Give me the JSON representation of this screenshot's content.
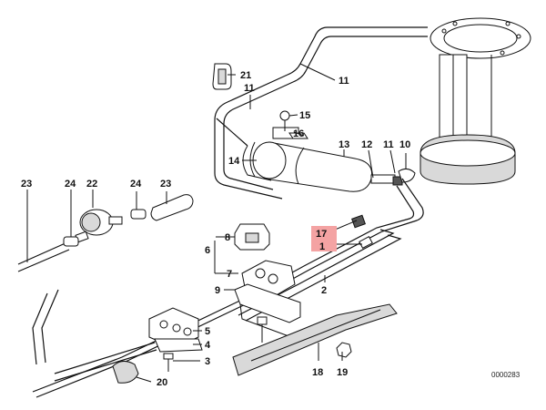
{
  "diagram": {
    "highlight_color": "#f4a3a3",
    "callouts": [
      {
        "id": "c1",
        "text": "1",
        "highlighted": true
      },
      {
        "id": "c2",
        "text": "2"
      },
      {
        "id": "c3",
        "text": "3"
      },
      {
        "id": "c4",
        "text": "4"
      },
      {
        "id": "c5",
        "text": "5"
      },
      {
        "id": "c6",
        "text": "6"
      },
      {
        "id": "c7",
        "text": "7"
      },
      {
        "id": "c8",
        "text": "8"
      },
      {
        "id": "c9",
        "text": "9"
      },
      {
        "id": "c10",
        "text": "10"
      },
      {
        "id": "c11a",
        "text": "11"
      },
      {
        "id": "c11b",
        "text": "11"
      },
      {
        "id": "c11c",
        "text": "11"
      },
      {
        "id": "c12",
        "text": "12"
      },
      {
        "id": "c13",
        "text": "13"
      },
      {
        "id": "c14",
        "text": "14"
      },
      {
        "id": "c15",
        "text": "15"
      },
      {
        "id": "c16",
        "text": "16"
      },
      {
        "id": "c17",
        "text": "17",
        "highlighted": true
      },
      {
        "id": "c18",
        "text": "18"
      },
      {
        "id": "c19",
        "text": "19"
      },
      {
        "id": "c20",
        "text": "20"
      },
      {
        "id": "c21",
        "text": "21"
      },
      {
        "id": "c22",
        "text": "22"
      },
      {
        "id": "c23a",
        "text": "23"
      },
      {
        "id": "c23b",
        "text": "23"
      },
      {
        "id": "c24a",
        "text": "24"
      },
      {
        "id": "c24b",
        "text": "24"
      }
    ],
    "drawing_number": "0000283"
  }
}
